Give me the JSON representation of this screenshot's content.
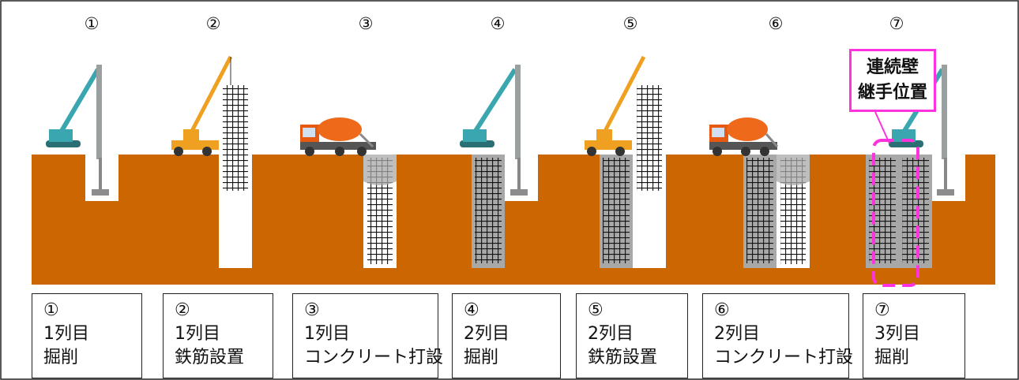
{
  "stages": [
    {
      "number": "①",
      "row": "1列目",
      "step": "掘削"
    },
    {
      "number": "②",
      "row": "1列目",
      "step": "鉄筋設置"
    },
    {
      "number": "③",
      "row": "1列目",
      "step": "コンクリート打設"
    },
    {
      "number": "④",
      "row": "2列目",
      "step": "掘削"
    },
    {
      "number": "⑤",
      "row": "2列目",
      "step": "鉄筋設置"
    },
    {
      "number": "⑥",
      "row": "2列目",
      "step": "コンクリート打設"
    },
    {
      "number": "⑦",
      "row": "3列目",
      "step": "掘削"
    }
  ],
  "callout": {
    "line1": "連続壁",
    "line2": "継手位置"
  },
  "colors": {
    "ground": "#cc6600",
    "concrete": "#a8a8a8",
    "highlight": "#ff33dd",
    "crane_teal": "#3aa7b0",
    "crane_orange": "#f0a020",
    "mixer_orange": "#ee6a1a"
  }
}
